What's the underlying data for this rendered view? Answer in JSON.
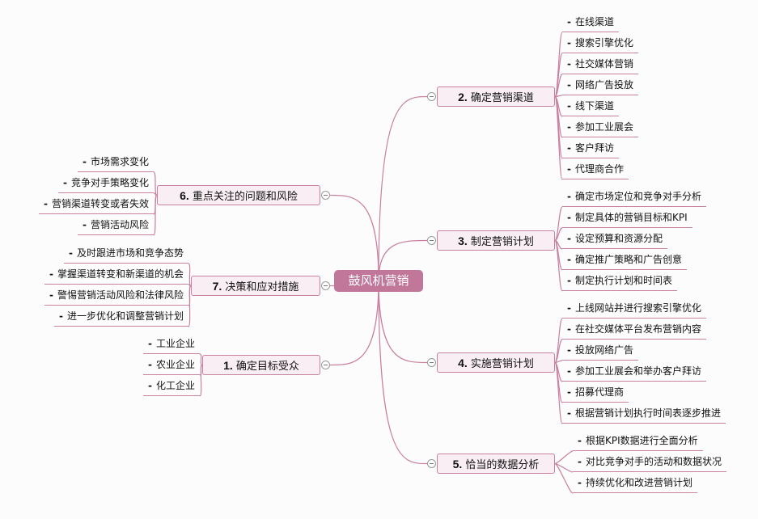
{
  "root": {
    "label": "鼓风机营销"
  },
  "colors": {
    "root": "#c0779a",
    "line": "#c8809f",
    "branch_fill": "#f8eef3"
  },
  "branches": {
    "b2": {
      "num": "2.",
      "label": "确定营销渠道",
      "items": [
        "在线渠道",
        "搜索引擎优化",
        "社交媒体营销",
        "网络广告投放",
        "线下渠道",
        "参加工业展会",
        "客户拜访",
        "代理商合作"
      ]
    },
    "b3": {
      "num": "3.",
      "label": "制定营销计划",
      "items": [
        "确定市场定位和竞争对手分析",
        "制定具体的营销目标和KPI",
        "设定预算和资源分配",
        "确定推广策略和广告创意",
        "制定执行计划和时间表"
      ]
    },
    "b4": {
      "num": "4.",
      "label": "实施营销计划",
      "items": [
        "上线网站并进行搜索引擎优化",
        "在社交媒体平台发布营销内容",
        "投放网络广告",
        "参加工业展会和举办客户拜访",
        "招募代理商",
        "根据营销计划执行时间表逐步推进"
      ]
    },
    "b5": {
      "num": "5.",
      "label": "恰当的数据分析",
      "items": [
        "根据KPI数据进行全面分析",
        "对比竞争对手的活动和数据状况",
        "持续优化和改进营销计划"
      ]
    },
    "b6": {
      "num": "6.",
      "label": "重点关注的问题和风险",
      "items": [
        "市场需求变化",
        "竞争对手策略变化",
        "营销渠道转变或者失效",
        "营销活动风险"
      ]
    },
    "b7": {
      "num": "7.",
      "label": "决策和应对措施",
      "items": [
        "及时跟进市场和竞争态势",
        "掌握渠道转变和新渠道的机会",
        "警惕营销活动风险和法律风险",
        "进一步优化和调整营销计划"
      ]
    },
    "b1": {
      "num": "1.",
      "label": "确定目标受众",
      "items": [
        "工业企业",
        "农业企业",
        "化工企业"
      ]
    }
  },
  "bullet": "-"
}
